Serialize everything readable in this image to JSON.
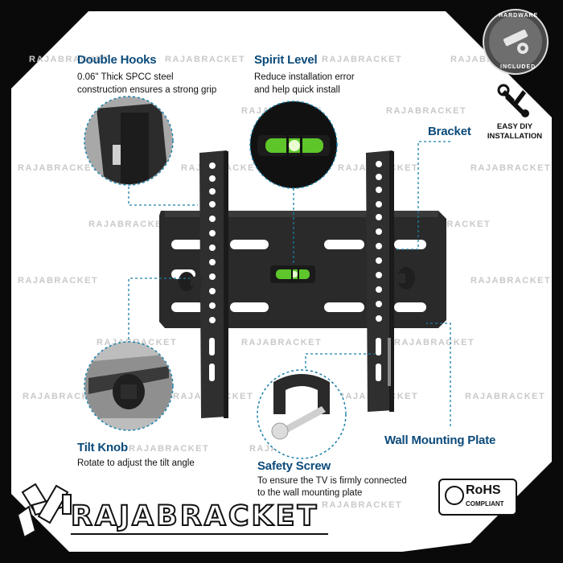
{
  "watermark": "RAJABRACKET",
  "brand": "RAJABRACKET",
  "callouts": {
    "double_hooks": {
      "title": "Double Hooks",
      "desc1": "0.06\" Thick SPCC steel",
      "desc2": "construction ensures a strong grip"
    },
    "spirit_level": {
      "title": "Spirit Level",
      "desc1": "Reduce installation error",
      "desc2": "and help quick install"
    },
    "bracket": {
      "title": "Bracket"
    },
    "tilt_knob": {
      "title": "Tilt Knob",
      "desc1": "Rotate to adjust the tilt angle"
    },
    "safety_screw": {
      "title": "Safety Screw",
      "desc1": "To ensure the TV is firmly connected",
      "desc2": "to the wall mounting plate"
    },
    "wall_plate": {
      "title": "Wall Mounting Plate"
    }
  },
  "badges": {
    "hardware_top": "HARDWARE",
    "hardware_bottom": "INCLUDED",
    "diy_line1": "EASY DIY",
    "diy_line2": "INSTALLATION",
    "rohs_title": "RoHS",
    "rohs_sub": "COMPLIANT"
  },
  "colors": {
    "accent": "#0b4a7a",
    "leader": "#1a7fa8",
    "frame": "#0a0a0a",
    "steel": "#2b2b2b"
  }
}
